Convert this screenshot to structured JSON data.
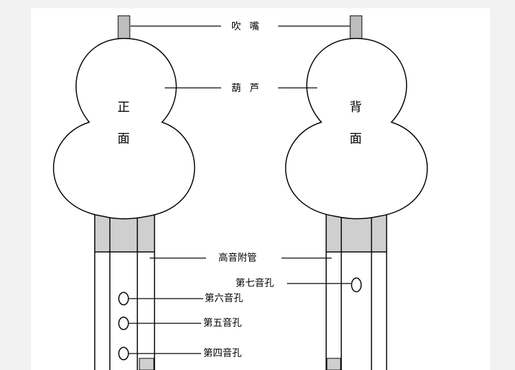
{
  "diagram": {
    "labels": {
      "mouthpiece": "吹 嘴",
      "gourd": "葫 芦",
      "high_pipe": "高音附管",
      "hole7": "第七音孔",
      "hole6": "第六音孔",
      "hole5": "第五音孔",
      "hole4": "第四音孔"
    },
    "front": {
      "char1": "正",
      "char2": "面"
    },
    "back": {
      "char1": "背",
      "char2": "面"
    }
  }
}
